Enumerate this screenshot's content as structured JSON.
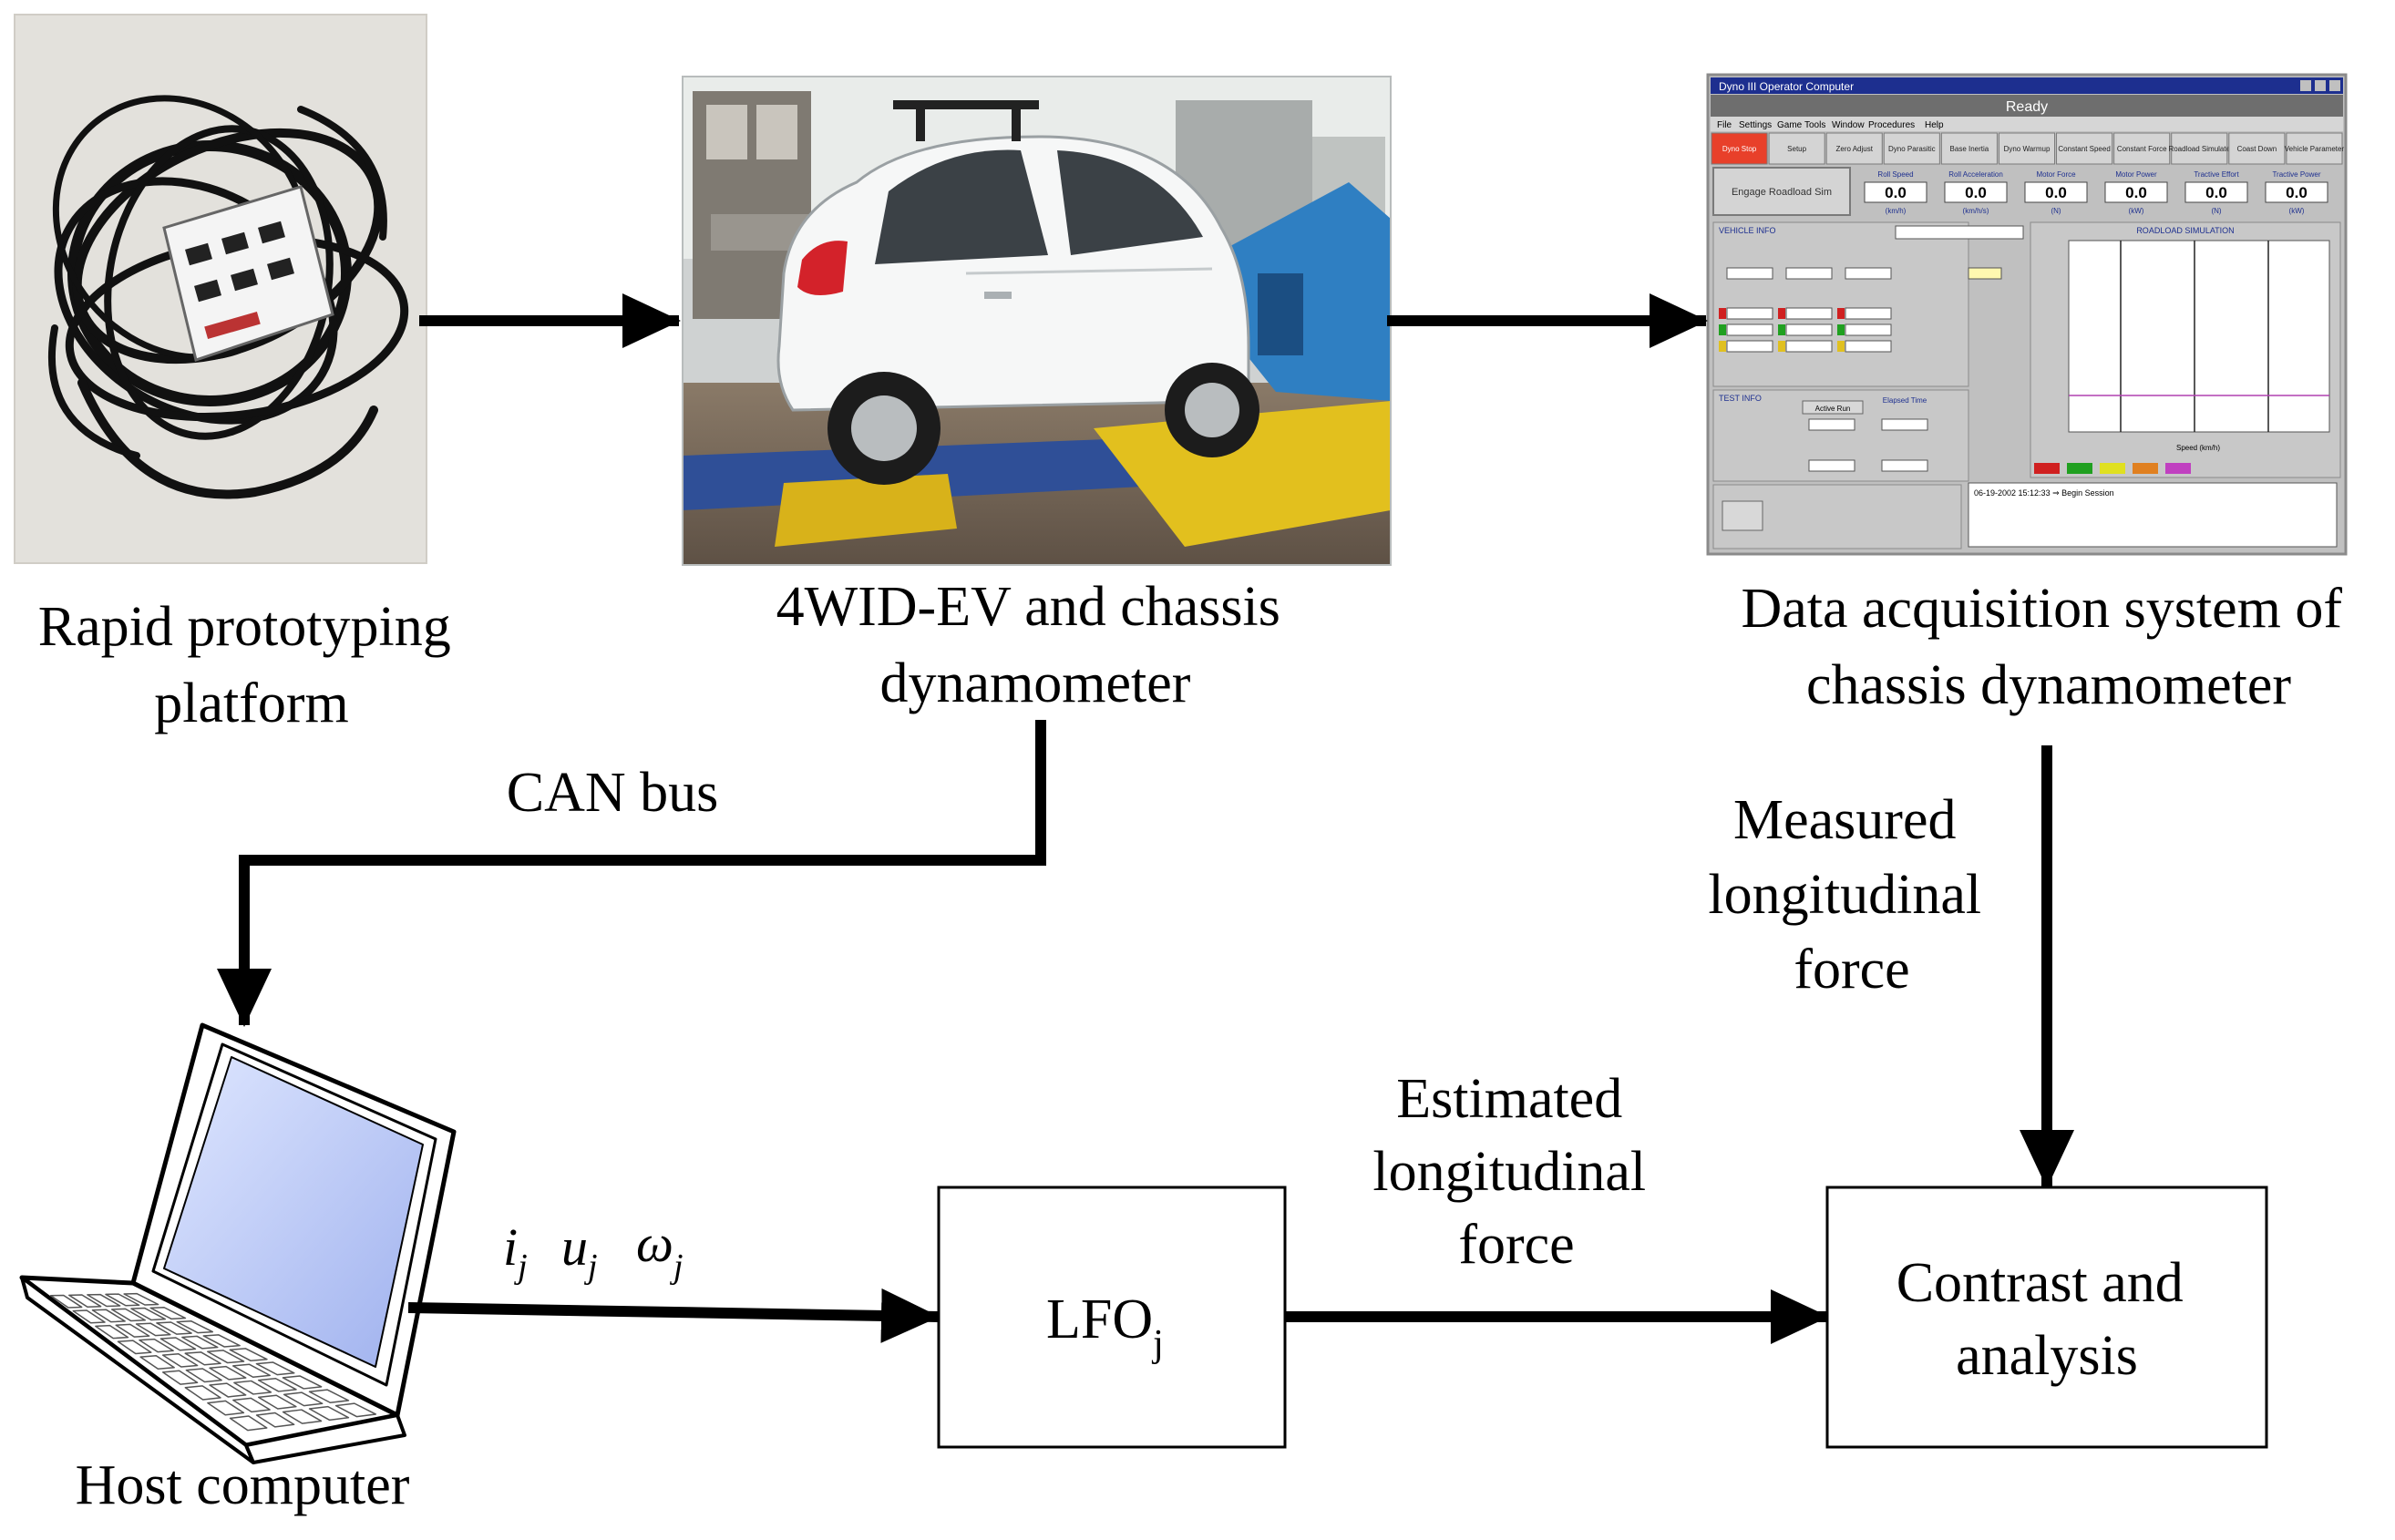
{
  "labels": {
    "rapid_line1": "Rapid prototyping",
    "rapid_line2": "platform",
    "car_line1": "4WID-EV and chassis",
    "car_line2": "dynamometer",
    "daq_line1": "Data acquisition system of",
    "daq_line2": "chassis dynamometer",
    "can_bus": "CAN bus",
    "measured_line1": "Measured",
    "measured_line2": "longitudinal",
    "measured_line3": "force",
    "estimated_line1": "Estimated",
    "estimated_line2": "longitudinal",
    "estimated_line3": "force",
    "host_computer": "Host computer",
    "lfo_main": "LFO",
    "lfo_sub": "j",
    "contrast_line1": "Contrast and",
    "contrast_line2": "analysis",
    "sig_i": "i",
    "sig_i_sub": "j",
    "sig_u": "u",
    "sig_u_sub": "j",
    "sig_w": "ω",
    "sig_w_sub": "j"
  },
  "daq_screen": {
    "window_title": "Dyno III Operator Computer",
    "status": "Ready",
    "menu": [
      "File",
      "Settings",
      "Game",
      "Tools",
      "Window",
      "Procedures",
      "Help"
    ],
    "toolbar": [
      "Dyno Stop",
      "Setup",
      "Zero Adjust",
      "Dyno Parasitic",
      "Base Inertia",
      "Dyno Warmup",
      "Constant Speed",
      "Constant Force",
      "Roadload Simulate",
      "Coast Down",
      "Vehicle Parameter"
    ],
    "engage_button": "Engage Roadload Sim",
    "readouts": [
      {
        "label": "Roll Speed",
        "value": "0.0",
        "unit": "(km/h)"
      },
      {
        "label": "Roll Acceleration",
        "value": "0.0",
        "unit": "(km/h/s)"
      },
      {
        "label": "Motor Force",
        "value": "0.0",
        "unit": "(N)"
      },
      {
        "label": "Motor Power",
        "value": "0.0",
        "unit": "(kW)"
      },
      {
        "label": "Tractive Effort",
        "value": "0.0",
        "unit": "(N)"
      },
      {
        "label": "Tractive Power",
        "value": "0.0",
        "unit": "(kW)"
      }
    ],
    "vehicle_info": "VEHICLE INFO",
    "roadload_simulation": "ROADLOAD SIMULATION",
    "test_info": "TEST INFO",
    "active_run": "Active Run",
    "elapsed_time": "Elapsed Time",
    "log_line": "06-19-2002 15:12:33 ⇒ Begin Session",
    "speed_axis": "Speed (km/h)"
  }
}
